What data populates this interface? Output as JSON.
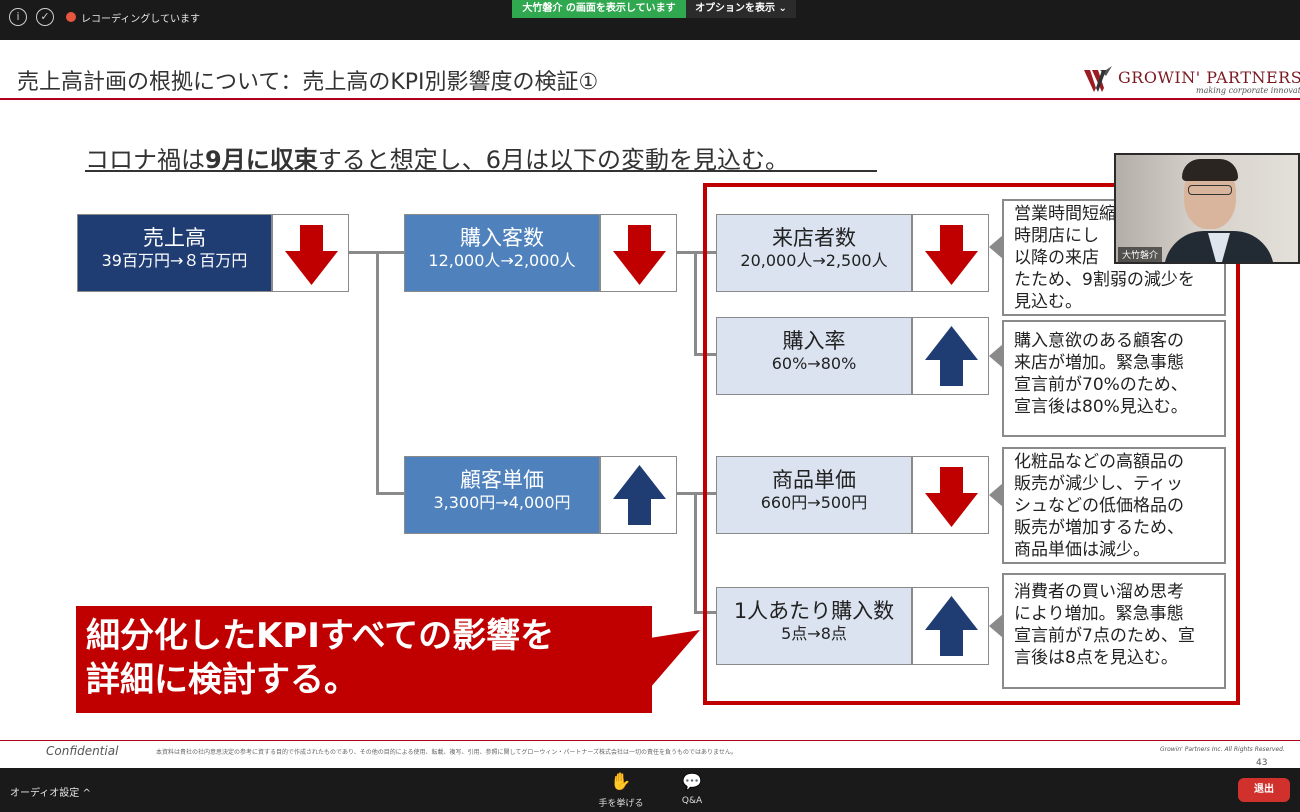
{
  "zoom_top": {
    "recording": "レコーディングしています",
    "sharing": "大竹磐介 の画面を表示しています",
    "options": "オプションを表示 ⌄",
    "info_icon": "info-icon",
    "shield_icon": "shield-icon"
  },
  "slide": {
    "title": "売上高計画の根拠について：売上高のKPI別影響度の検証①",
    "logo_text": "GROWIN' PARTNERS",
    "logo_sub": "making corporate innovation",
    "headline_pre": "コロナ禍は",
    "headline_bold1": "9月",
    "headline_mid": "に",
    "headline_bold2": "収束",
    "headline_post": "すると想定し、6月は以下の変動を見込む。",
    "boxes": {
      "sales": {
        "title": "売上高",
        "sub": "39百万円→８百万円",
        "arrow": "down"
      },
      "customers": {
        "title": "購入客数",
        "sub": "12,000人→2,000人",
        "arrow": "down"
      },
      "unit_price": {
        "title": "顧客単価",
        "sub": "3,300円→4,000円",
        "arrow": "up"
      },
      "visitors": {
        "title": "来店者数",
        "sub": "20,000人→2,500人",
        "arrow": "down"
      },
      "conversion": {
        "title": "購入率",
        "sub": "60%→80%",
        "arrow": "up"
      },
      "item_price": {
        "title": "商品単価",
        "sub": "660円→500円",
        "arrow": "down"
      },
      "items_per": {
        "title": "1人あたり購入数",
        "sub": "5点→8点",
        "arrow": "up"
      }
    },
    "notes": {
      "visitors": [
        "営業時間短縮",
        "時閉店にし",
        "以降の来店",
        "たため、9割弱の減少を",
        "見込む。"
      ],
      "conversion": [
        "購入意欲のある顧客の",
        "来店が増加。緊急事態",
        "宣言前が70%のため、",
        "宣言後は80%見込む。"
      ],
      "item_price": [
        "化粧品などの高額品の",
        "販売が減少し、ティッ",
        "シュなどの低価格品の",
        "販売が増加するため、",
        "商品単価は減少。"
      ],
      "items_per": [
        "消費者の買い溜め思考",
        "により増加。緊急事態",
        "宣言前が7点のため、宣",
        "言後は8点を見込む。"
      ]
    },
    "banner": [
      "細分化したKPIすべての影響を",
      "詳細に検討する。"
    ],
    "confidential": "Confidential",
    "disclaimer": "本資料は貴社の社内意思決定の参考に資する目的で作成されたものであり、その他の目的による使用、転載、複写、引用、参照に関してグローウィン・パートナーズ株式会社は一切の責任を負うものではありません。",
    "copyright": "Growin' Partners Inc. All Rights Reserved.",
    "page": "43"
  },
  "webcam": {
    "name": "大竹磐介"
  },
  "zoom_bottom": {
    "audio": "オーディオ設定 ^",
    "raise_hand": "手を挙げる",
    "qa": "Q&A",
    "leave": "退出"
  },
  "colors": {
    "accent_red": "#c00000",
    "dark_blue": "#1f3d73",
    "mid_blue": "#4f81bd",
    "light_blue": "#dbe3f1"
  }
}
